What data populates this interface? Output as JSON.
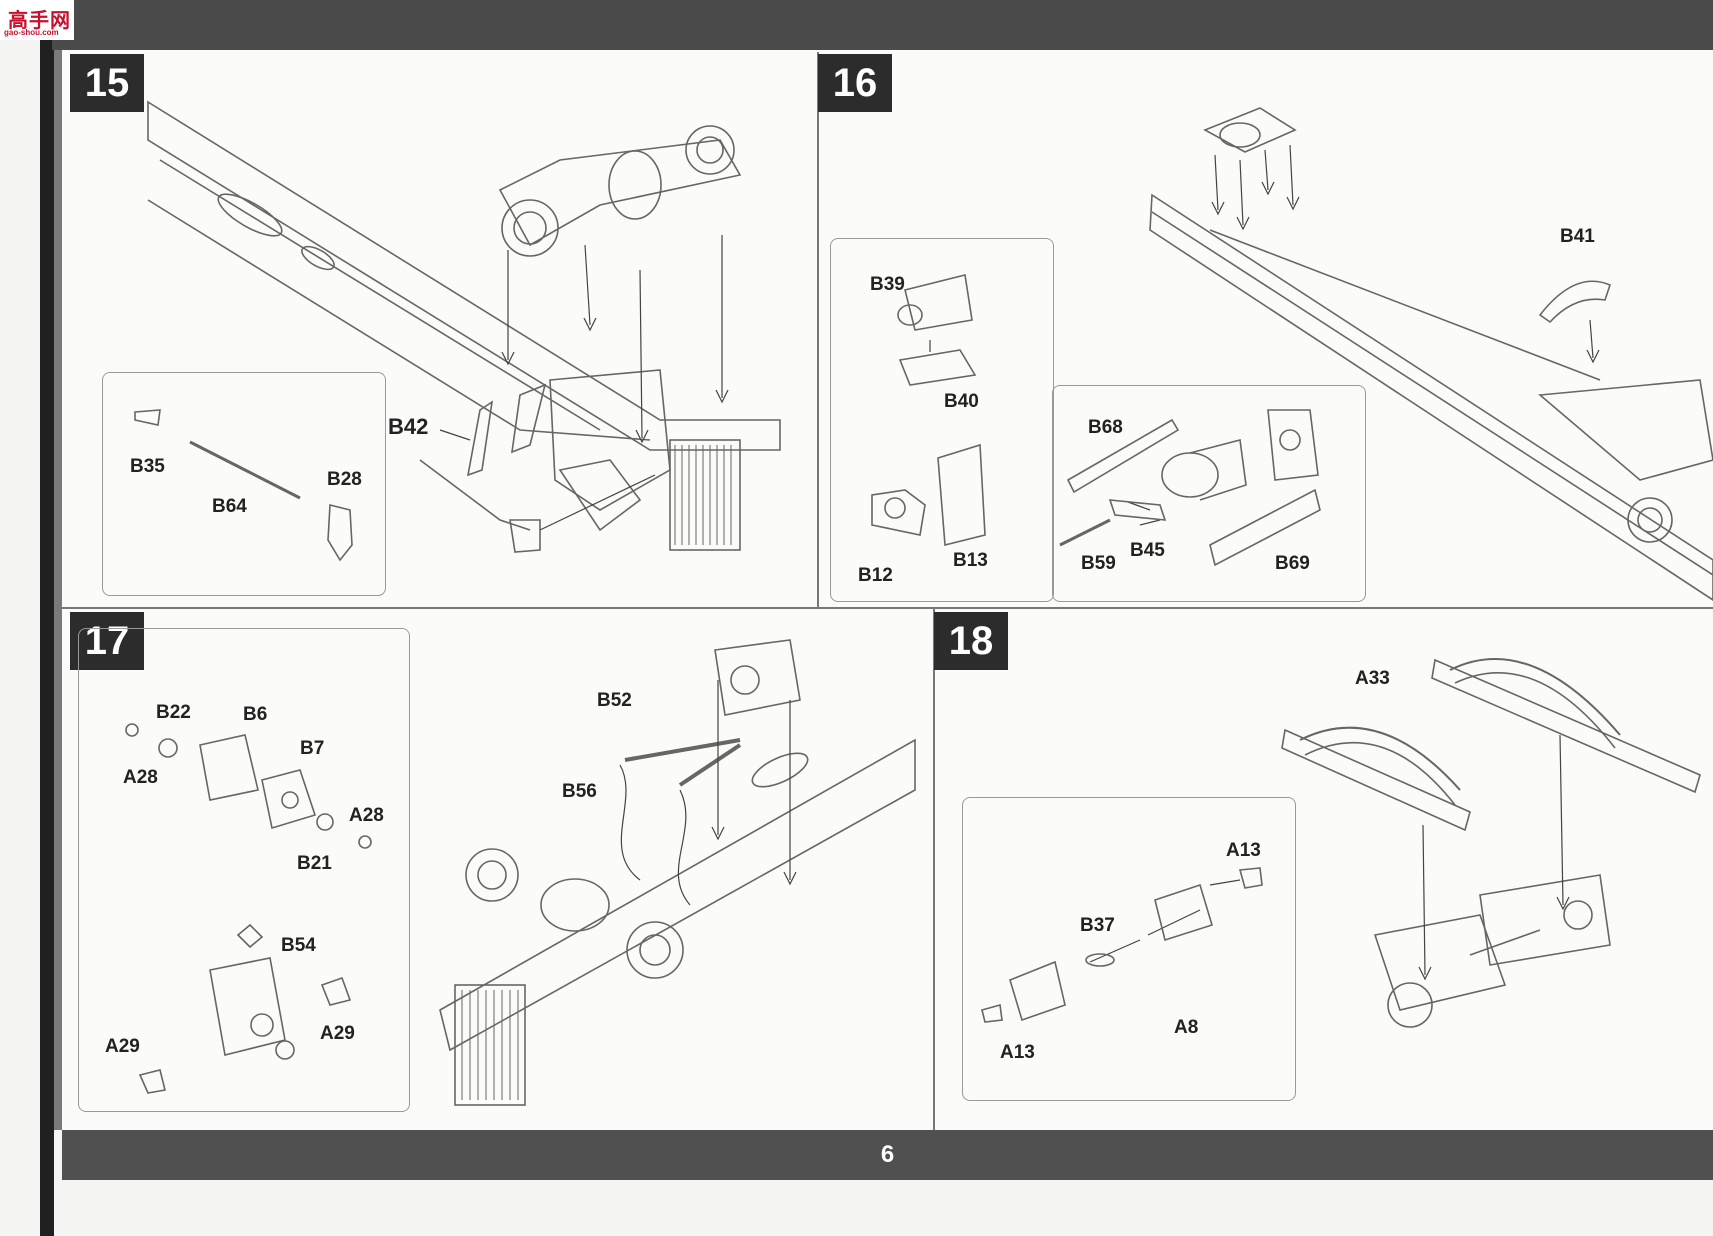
{
  "logo": {
    "main": "高手网",
    "sub": "gao-shou.com"
  },
  "page_number": "6",
  "steps": [
    {
      "number": "15",
      "labels": [
        "B42",
        "B35",
        "B64",
        "B28"
      ]
    },
    {
      "number": "16",
      "labels": [
        "B41",
        "B39",
        "B40",
        "B68",
        "B12",
        "B13",
        "B59",
        "B45",
        "B69"
      ]
    },
    {
      "number": "17",
      "labels": [
        "B22",
        "B6",
        "B7",
        "A28",
        "A28",
        "B21",
        "B54",
        "A29",
        "A29",
        "B52",
        "B56"
      ]
    },
    {
      "number": "18",
      "labels": [
        "A33",
        "A13",
        "B37",
        "A8",
        "A13"
      ]
    }
  ]
}
